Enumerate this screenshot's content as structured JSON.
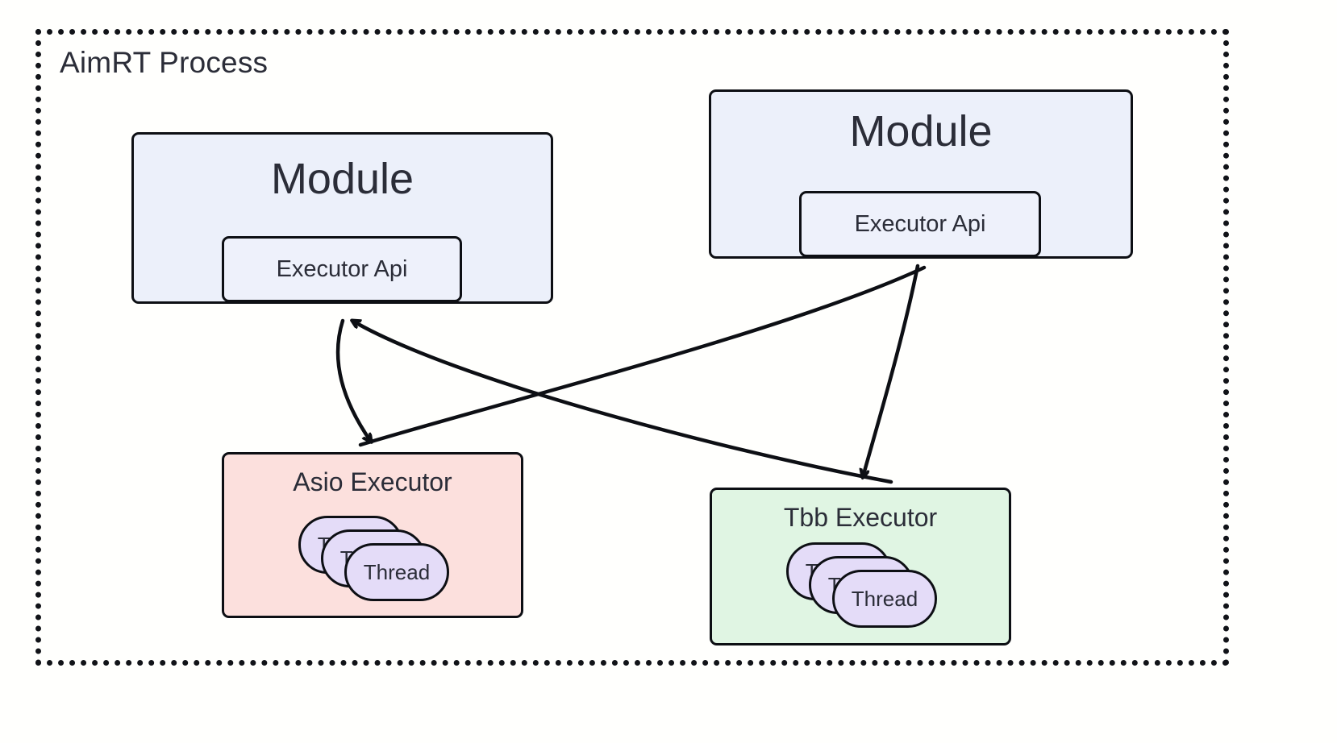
{
  "diagram": {
    "title": "AimRT Process",
    "background_color": "#fffffd",
    "border_color": "#111318",
    "text_color": "#2b2d38"
  },
  "modules": [
    {
      "id": "module-left",
      "label": "Module",
      "fill_color": "#ecf0fa",
      "api": {
        "label": "Executor Api",
        "fill_color": "#eef1fb"
      }
    },
    {
      "id": "module-right",
      "label": "Module",
      "fill_color": "#ecf0fa",
      "api": {
        "label": "Executor Api",
        "fill_color": "#eef1fb"
      }
    }
  ],
  "executors": [
    {
      "id": "asio-executor",
      "label": "Asio Executor",
      "fill_color": "#fce0dd",
      "threads": {
        "count": 3,
        "label": "Thread",
        "fill_color": "#e4dcf8"
      }
    },
    {
      "id": "tbb-executor",
      "label": "Tbb Executor",
      "fill_color": "#e0f5e3",
      "threads": {
        "count": 3,
        "label": "Thread",
        "fill_color": "#e4dcf8"
      }
    }
  ],
  "connections": [
    {
      "from": "module-left-executor-api",
      "to": "asio-executor",
      "direction": "down"
    },
    {
      "from": "asio-executor",
      "to": "module-left-executor-api",
      "direction": "up"
    },
    {
      "from": "module-right-executor-api",
      "to": "tbb-executor",
      "direction": "down"
    },
    {
      "from": "tbb-executor",
      "to": "module-right-executor-api",
      "direction": "up"
    }
  ]
}
